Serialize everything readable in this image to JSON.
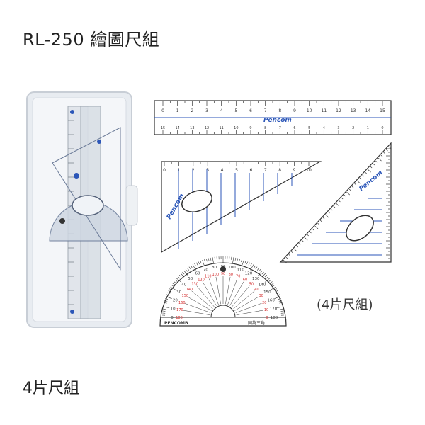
{
  "title": "RL-250 繪圖尺組",
  "subtitle": "4片尺組",
  "caption": "(4片尺組)",
  "brand": "Pencom",
  "protractor_brand": "PENCOMB",
  "protractor_note": "同為三角",
  "ruler_top_numbers": [
    "0",
    "1",
    "2",
    "3",
    "4",
    "5",
    "6",
    "7",
    "8",
    "9",
    "10",
    "11",
    "12",
    "13",
    "14",
    "15"
  ],
  "ruler_bottom_numbers": [
    "15",
    "14",
    "13",
    "12",
    "11",
    "10",
    "9",
    "8",
    "7",
    "6",
    "5",
    "4",
    "3",
    "2",
    "1",
    "0"
  ],
  "triangle_numbers": [
    "0",
    "1",
    "2",
    "3",
    "4",
    "5",
    "6",
    "7",
    "8",
    "9",
    "10"
  ],
  "protractor_outer_numbers": [
    "0",
    "10",
    "20",
    "30",
    "40",
    "50",
    "60",
    "70",
    "80",
    "90",
    "100",
    "110",
    "120",
    "130",
    "140",
    "150",
    "160",
    "170",
    "180"
  ],
  "colors": {
    "ruler_blue": "#2b56b8",
    "outline": "#333333",
    "red_marks": "#d22a2a",
    "case": "#e6eaef"
  }
}
